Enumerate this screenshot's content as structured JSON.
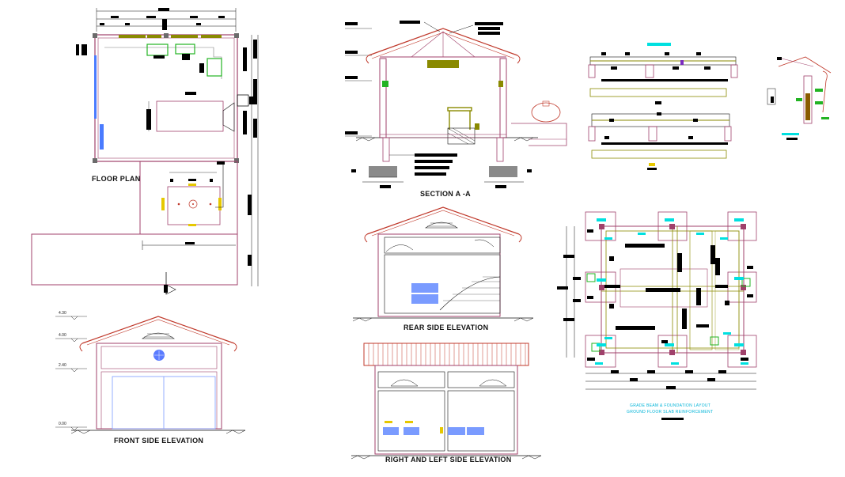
{
  "views": {
    "floor_plan": "FLOOR PLAN",
    "section": "SECTION A -A",
    "rear_elevation": "REAR SIDE ELEVATION",
    "front_elevation": "FRONT SIDE ELEVATION",
    "side_elevation": "RIGHT AND LEFT SIDE ELEVATION"
  },
  "foundation_notes": {
    "line1": "GRADE BEAM & FOUNDATION LAYOUT",
    "line2": "GROUND FLOOR SLAB REINFORCEMENT"
  },
  "levels": [
    "4.30",
    "4.00",
    "2.40",
    "0.00"
  ],
  "colors": {
    "wall": "#a0416b",
    "roof": "#c0392b",
    "olive": "#8a8a00",
    "green": "#22b322",
    "blue": "#4a7bff",
    "cyan": "#00e0e0",
    "yellow": "#e6c800",
    "grey": "#6b6b6b"
  }
}
